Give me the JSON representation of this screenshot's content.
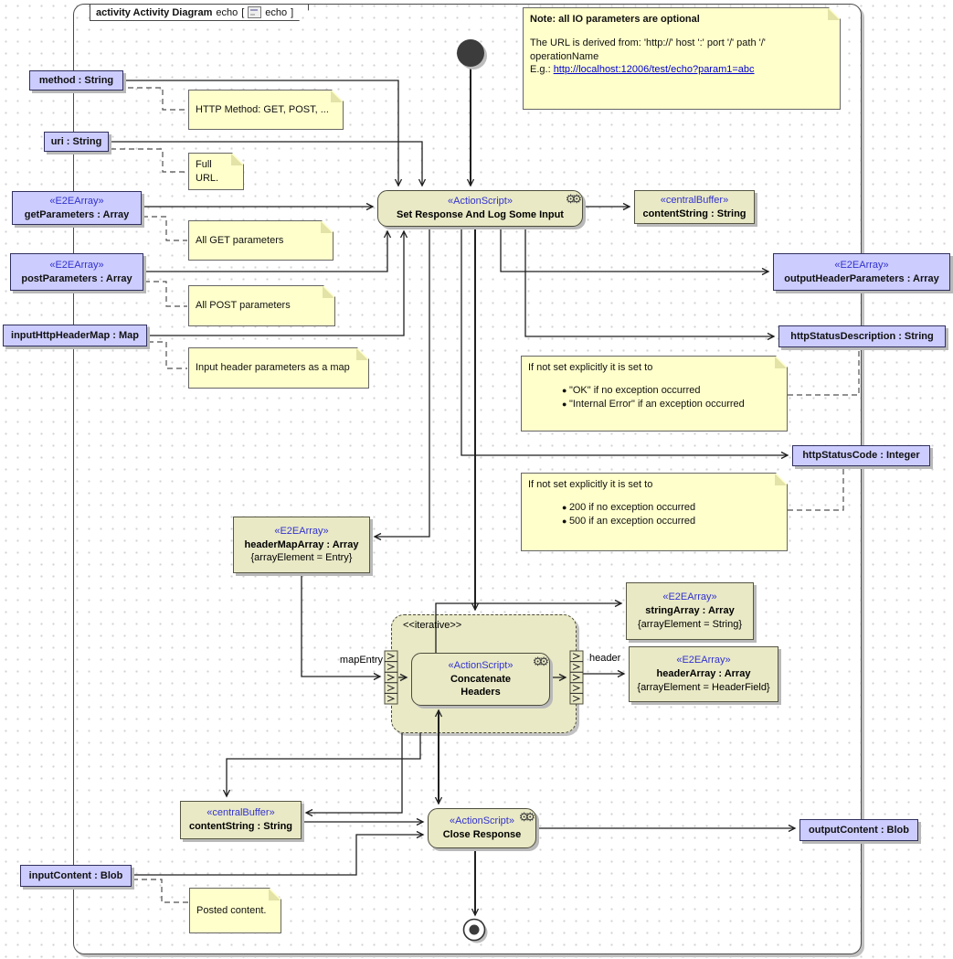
{
  "frame": {
    "keyword": "activity Activity Diagram",
    "name": "echo",
    "bracket_open": "[",
    "context_name": "echo",
    "bracket_close": "]"
  },
  "note_main": {
    "title": "Note: all IO parameters are optional",
    "line1": "The URL is derived from: 'http://' host ':' port '/' path '/'",
    "line2": "operationName",
    "eg_prefix": "E.g.:",
    "link": "http://localhost:12006/test/echo?param1=abc"
  },
  "params": {
    "method": {
      "name": "method : String"
    },
    "uri": {
      "name": "uri : String"
    },
    "getParameters": {
      "stereotype": "«E2EArray»",
      "name": "getParameters : Array"
    },
    "postParameters": {
      "stereotype": "«E2EArray»",
      "name": "postParameters : Array"
    },
    "inputHttpHeaderMap": {
      "name": "inputHttpHeaderMap : Map"
    },
    "inputContent": {
      "name": "inputContent : Blob"
    },
    "outputHeaderParameters": {
      "stereotype": "«E2EArray»",
      "name": "outputHeaderParameters : Array"
    },
    "httpStatusDescription": {
      "name": "httpStatusDescription : String"
    },
    "httpStatusCode": {
      "name": "httpStatusCode : Integer"
    },
    "outputContent": {
      "name": "outputContent : Blob"
    }
  },
  "notes": {
    "http_method": "HTTP Method: GET, POST, ...",
    "full_url": "Full URL.",
    "get_params": "All GET parameters",
    "post_params": "All POST parameters",
    "header_map": "Input header parameters as a map",
    "posted_content": "Posted content.",
    "status_desc": {
      "intro": "If not set explicitly it is set to",
      "bullets": [
        "\"OK\" if no exception occurred",
        "\"Internal Error\" if an exception occurred"
      ]
    },
    "status_code": {
      "intro": "If not set explicitly it is set to",
      "bullets": [
        "200 if no exception occurred",
        "500 if an exception occurred"
      ]
    }
  },
  "actions": {
    "set_response": {
      "stereotype": "«ActionScript»",
      "name": "Set Response And Log Some Input",
      "gears": "⚙⚙"
    },
    "concatenate": {
      "stereotype": "«ActionScript»",
      "name_line1": "Concatenate",
      "name_line2": "Headers",
      "gears": "⚙⚙"
    },
    "close_response": {
      "stereotype": "«ActionScript»",
      "name": "Close Response",
      "gears": "⚙⚙"
    }
  },
  "buffers": {
    "content_top": {
      "stereotype": "«centralBuffer»",
      "name": "contentString : String"
    },
    "content_bottom": {
      "stereotype": "«centralBuffer»",
      "name": "contentString : String"
    }
  },
  "objects": {
    "headerMapArray": {
      "stereotype": "«E2EArray»",
      "name": "headerMapArray : Array",
      "constraint": "{arrayElement = Entry}"
    },
    "stringArray": {
      "stereotype": "«E2EArray»",
      "name": "stringArray : Array",
      "constraint": "{arrayElement = String}"
    },
    "headerArray": {
      "stereotype": "«E2EArray»",
      "name": "headerArray : Array",
      "constraint": "{arrayElement = HeaderField}"
    }
  },
  "region": {
    "label": "<<iterative>>"
  },
  "edge_labels": {
    "map_entry": "mapEntry",
    "header": "header"
  },
  "colors": {
    "param_fill": "#ccccfe",
    "note_fill": "#ffffcc",
    "action_fill": "#e9e9c6",
    "stereotype_text": "#3232cf",
    "link": "#0000cd",
    "shadow": "#b9b9b9"
  }
}
